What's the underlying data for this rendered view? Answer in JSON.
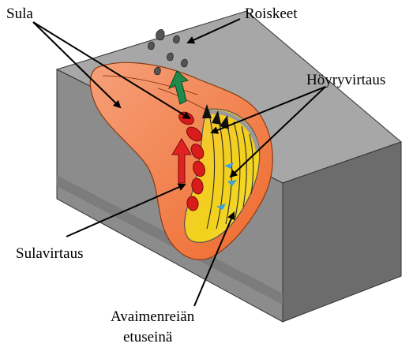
{
  "labels": {
    "sula": "Sula",
    "roiskeet": "Roiskeet",
    "hoyryvirtaus": "Höyryvirtaus",
    "sulavirtaus": "Sulavirtaus",
    "avaimenreian_line1": "Avaimenreiän",
    "avaimenreian_line2": "etuseinä"
  },
  "colors": {
    "block_top": "#a9a9a9",
    "block_front": "#8a8a8a",
    "block_side": "#6e6e6e",
    "melt_outer": "#f07a42",
    "melt_inner": "#f6a97c",
    "keyhole_yellow": "#f2d21b",
    "melt_flow_red": "#d91c1c",
    "vapor_green": "#1f8a4c",
    "arrow": "#000000"
  }
}
